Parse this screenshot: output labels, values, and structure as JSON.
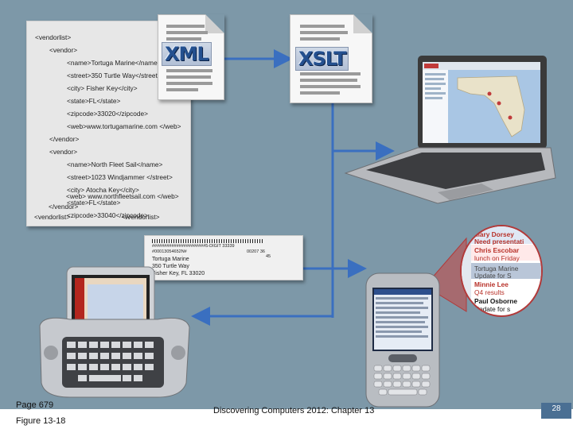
{
  "xml_code": {
    "lines": [
      "<vendorlist>",
      "<vendor>",
      "<name>Tortuga Marine</name>",
      "<street>350 Turtle Way</street>",
      "<city> Fisher Key</city>",
      "<state>FL</state>",
      "<zipcode>33020</zipcode>",
      "<web>www.tortugamarine.com </web>",
      "</vendor>",
      "<vendor>",
      "<name>North Fleet Sail</name>",
      "<street>1023 Windjammer </street>",
      "<city> Atocha Key</city>",
      "<state>FL</state>",
      "<zipcode>33040</zipcode>",
      "<web> www.northfleetsail.com </web>",
      "</vendor>",
      "<vendorlist>"
    ],
    "trailing_tag": "</vendorlist>"
  },
  "documents": {
    "xml_label": "XML",
    "xslt_label": "XSLT"
  },
  "mailing_label": {
    "barcode_text": "######################5-DIGIT 33339",
    "code_line": "#00013054652N#",
    "code_right": "00207      36",
    "code_small": "45",
    "name": "Tortuga Marine",
    "street": "350 Turtle Way",
    "city_line": "Fisher Key, FL 33020"
  },
  "callout": {
    "items": [
      {
        "name": "Mary Dorsey",
        "subject": "Need presentati"
      },
      {
        "name": "Chris Escobar",
        "subject": "lunch on Friday"
      },
      {
        "name": "Tortuga Marine",
        "subject": "Update for S"
      },
      {
        "name": "Minnie Lee",
        "subject": "Q4 results"
      },
      {
        "name": "Paul Osborne",
        "subject": "Update for s"
      }
    ]
  },
  "footer": {
    "page_ref": "Page 679",
    "figure": "Figure 13-18",
    "center": "Discovering Computers 2012: Chapter 13",
    "page_number": "28"
  },
  "colors": {
    "background": "#7d98a8",
    "arrow": "#3a6fc0",
    "doc_label": "#24508f",
    "callout": "#b23a3a",
    "page_box": "#4a6f93"
  }
}
